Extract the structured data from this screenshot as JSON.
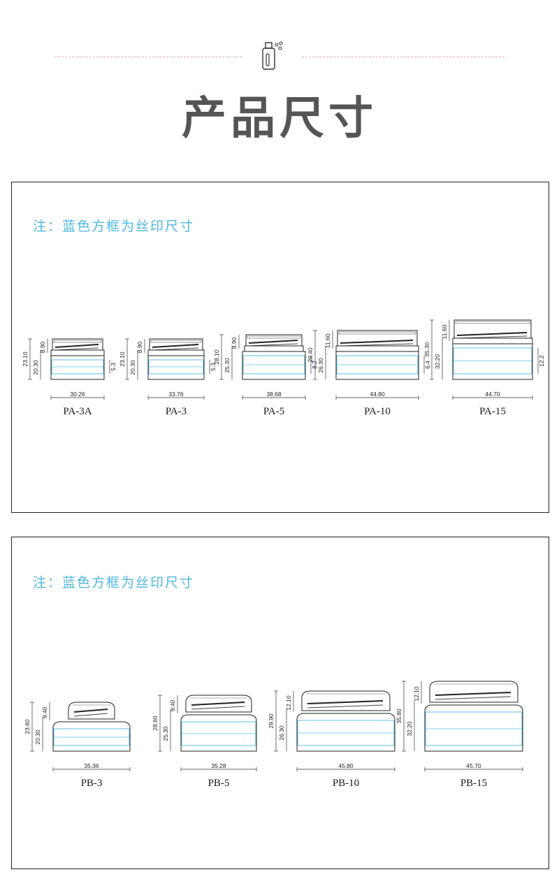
{
  "header": {
    "title": "产品尺寸",
    "icon": "spray-bottle-icon",
    "dash_color": "#e9a9b0",
    "title_color": "#555555"
  },
  "note_color": "#4db8e0",
  "silk_print_color": "#5bc2e7",
  "panels": [
    {
      "note": "注：蓝色方框为丝印尺寸",
      "jars": [
        {
          "label": "PA-3A",
          "height": "23.10",
          "cap": "8.90",
          "body": "20.30",
          "print": "5.3",
          "width": "30.26"
        },
        {
          "label": "PA-3",
          "height": "23.10",
          "cap": "8.90",
          "body": "20.30",
          "print": "5.3",
          "width": "33.76"
        },
        {
          "label": "PA-5",
          "height": "28.10",
          "cap": "8.90",
          "body": "25.30",
          "print": "8.2",
          "width": "38.68"
        },
        {
          "label": "PA-10",
          "height": "29.40",
          "cap": "11.60",
          "body": "26.30",
          "print": "6.4",
          "width": "44.80"
        },
        {
          "label": "PA-15",
          "height": "35.30",
          "cap": "11.60",
          "body": "32.20",
          "print": "12.2",
          "width": "44.70"
        }
      ]
    },
    {
      "note": "注：蓝色方框为丝印尺寸",
      "jars": [
        {
          "label": "PB-3",
          "height": "23.60",
          "cap": "9.40",
          "body": "20.30",
          "width": "35.36"
        },
        {
          "label": "PB-5",
          "height": "28.60",
          "cap": "9.40",
          "body": "25.30",
          "width": "35.28"
        },
        {
          "label": "PB-10",
          "height": "29.90",
          "cap": "12.10",
          "body": "26.30",
          "width": "45.80"
        },
        {
          "label": "PB-15",
          "height": "35.80",
          "cap": "12.10",
          "body": "32.20",
          "width": "45.70"
        }
      ]
    }
  ]
}
